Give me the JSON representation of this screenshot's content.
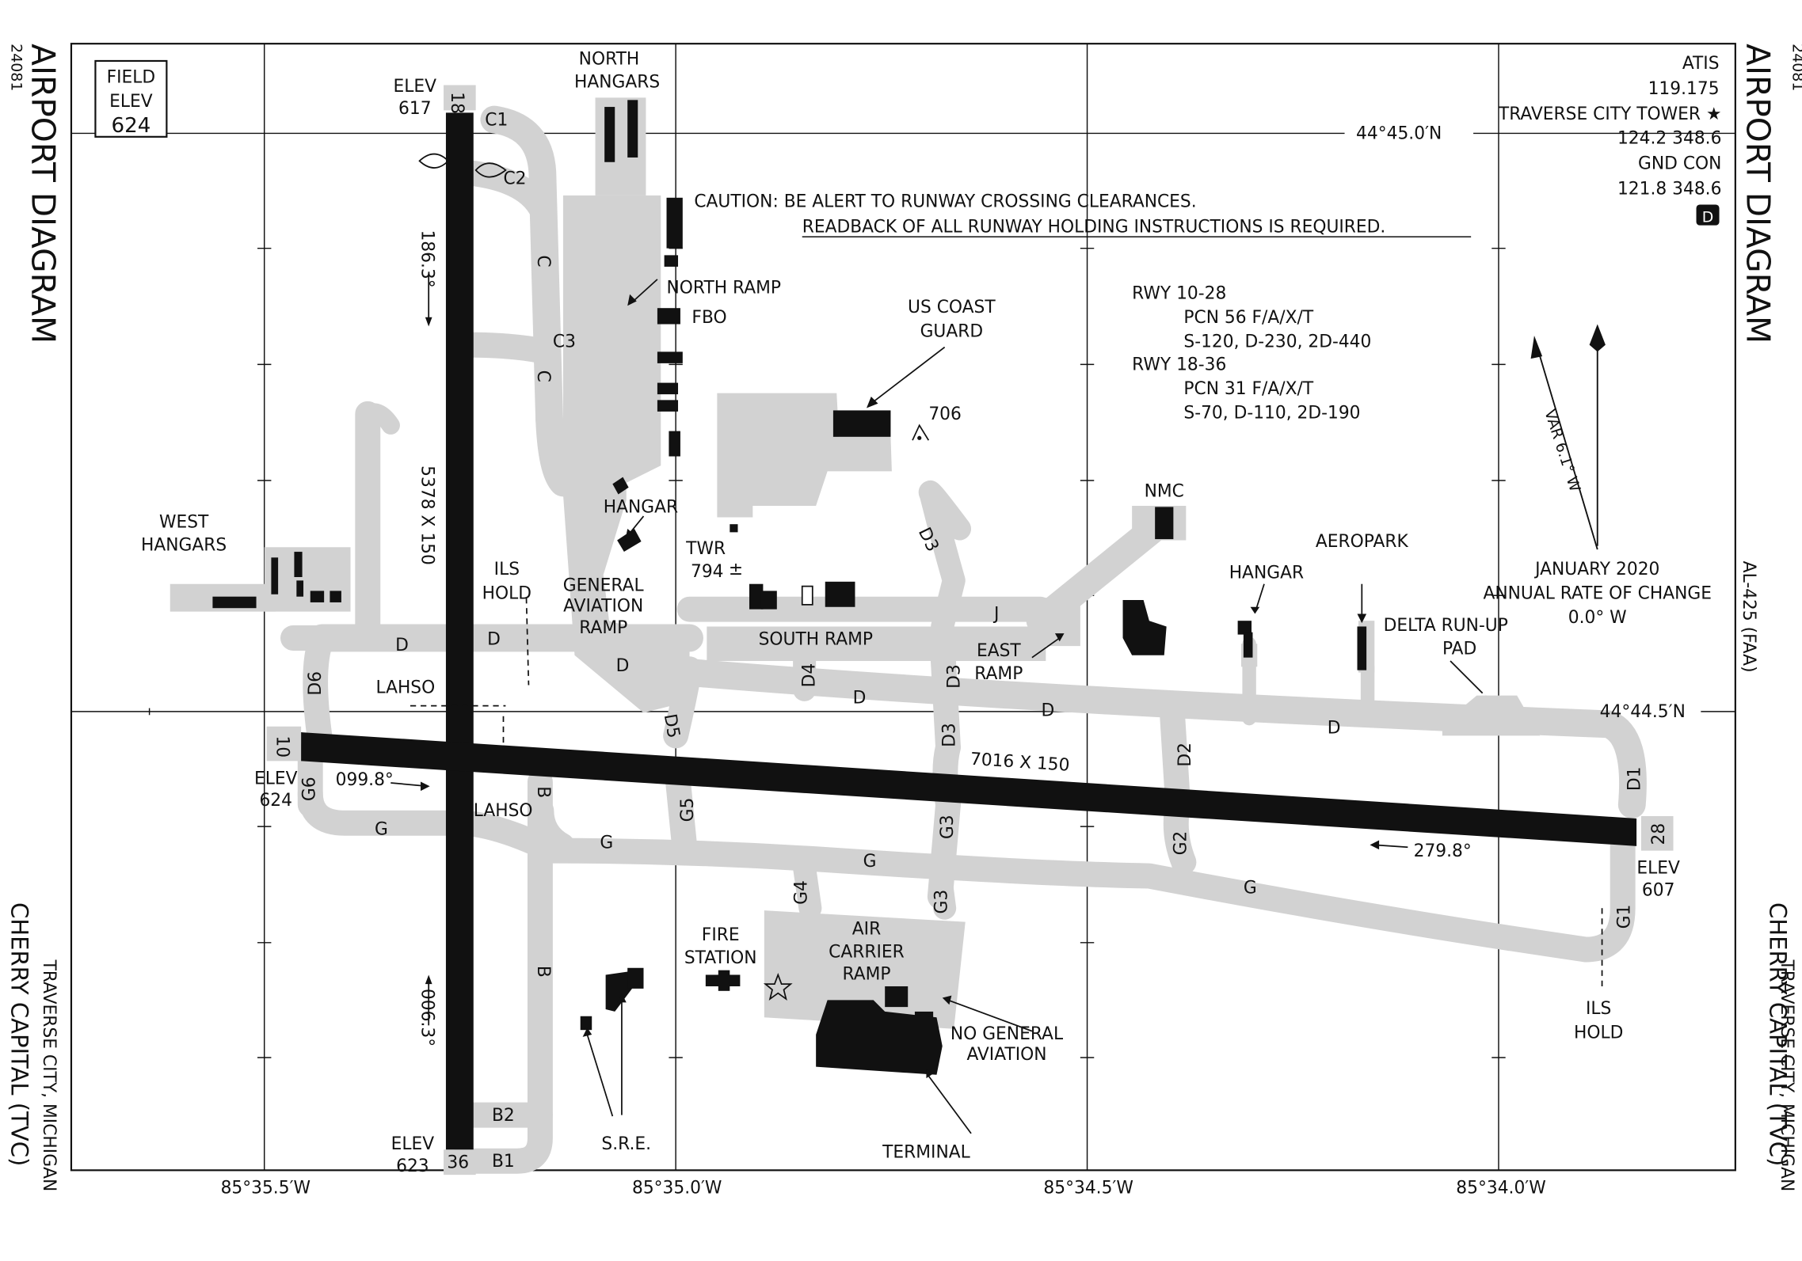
{
  "side": {
    "doc_number": "24081",
    "title": "AIRPORT DIAGRAM",
    "airport": "CHERRY CAPITAL  (TVC)",
    "city": "TRAVERSE CITY, MICHIGAN",
    "faa_id": "AL-425 (FAA)"
  },
  "field_elev": {
    "l1": "FIELD",
    "l2": "ELEV",
    "l3": "624"
  },
  "comms": {
    "atis": "ATIS",
    "atis_freq": "119.175",
    "tower": "TRAVERSE CITY TOWER ★",
    "tower_freq": "124.2  348.6",
    "gnd": "GND CON",
    "gnd_freq": "121.8  348.6",
    "class": "D"
  },
  "caution": {
    "line1": "CAUTION:  BE ALERT TO RUNWAY CROSSING CLEARANCES.",
    "line2": "READBACK OF ALL RUNWAY HOLDING INSTRUCTIONS IS REQUIRED."
  },
  "pcn": {
    "r1": "RWY 10-28",
    "r1a": "PCN 56 F/A/X/T",
    "r1b": "S-120, D-230, 2D-440",
    "r2": "RWY 18-36",
    "r2a": "PCN 31 F/A/X/T",
    "r2b": "S-70, D-110, 2D-190"
  },
  "magvar": {
    "var": "VAR 6.1° W",
    "date": "JANUARY 2020",
    "rate": "ANNUAL RATE OF CHANGE",
    "rate_val": "0.0° W"
  },
  "grid": {
    "lat1": "44°45.0′N",
    "lat2": "44°44.5′N",
    "lon1": "85°35.5′W",
    "lon2": "85°35.0′W",
    "lon3": "85°34.5′W",
    "lon4": "85°34.0′W"
  },
  "runways": {
    "r18": "18",
    "r36": "36",
    "r10": "10",
    "r28": "28",
    "dim_1836": "5378 X 150",
    "dim_1028": "7016 X 150",
    "hdg_186": "186.3°",
    "hdg_006": "006.3°",
    "hdg_099": "099.8°",
    "hdg_279": "279.8°"
  },
  "elevations": {
    "e18_l": "ELEV",
    "e18_v": "617",
    "e10_l": "ELEV",
    "e10_v": "624",
    "e36_l": "ELEV",
    "e36_v": "623",
    "e28_l": "ELEV",
    "e28_v": "607"
  },
  "taxiways": {
    "c1": "C1",
    "c2": "C2",
    "c": "C",
    "c3": "C3",
    "d": "D",
    "d2": "D2",
    "d3": "D3",
    "d4": "D4",
    "d5": "D5",
    "d6": "D6",
    "d1": "D1",
    "g": "G",
    "g1": "G1",
    "g2": "G2",
    "g3": "G3",
    "g4": "G4",
    "g5": "G5",
    "g6": "G6",
    "b": "B",
    "b1": "B1",
    "b2": "B2",
    "j": "J"
  },
  "labels": {
    "north_hangars_1": "NORTH",
    "north_hangars_2": "HANGARS",
    "north_ramp": "NORTH RAMP",
    "fbo": "FBO",
    "uscg_1": "US COAST",
    "uscg_2": "GUARD",
    "obstacle": "706",
    "hangar": "HANGAR",
    "twr_1": "TWR",
    "twr_2": "794",
    "west_hangars_1": "WEST",
    "west_hangars_2": "HANGARS",
    "ils_hold_1": "ILS",
    "ils_hold_2": "HOLD",
    "ga_ramp_1": "GENERAL",
    "ga_ramp_2": "AVIATION",
    "ga_ramp_3": "RAMP",
    "south_ramp": "SOUTH RAMP",
    "east_ramp_1": "EAST",
    "east_ramp_2": "RAMP",
    "nmc": "NMC",
    "hangar2": "HANGAR",
    "aeropark": "AEROPARK",
    "delta_1": "DELTA RUN-UP",
    "delta_2": "PAD",
    "lahso": "LAHSO",
    "fire_1": "FIRE",
    "fire_2": "STATION",
    "acr_1": "AIR",
    "acr_2": "CARRIER",
    "acr_3": "RAMP",
    "no_ga_1": "NO GENERAL",
    "no_ga_2": "AVIATION",
    "sre": "S.R.E.",
    "terminal": "TERMINAL"
  }
}
